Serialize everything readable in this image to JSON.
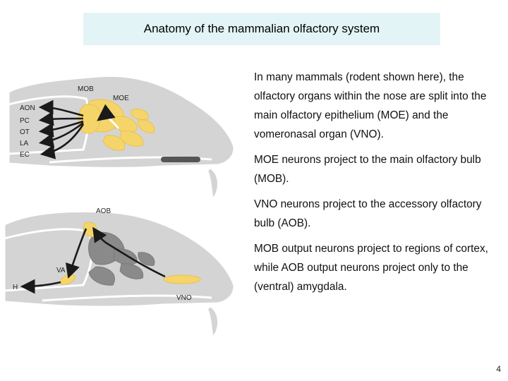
{
  "title": "Anatomy of the mammalian olfactory system",
  "figure": {
    "top": {
      "bulb_labels": [
        "MOB",
        "MOE"
      ],
      "target_labels": [
        "AON",
        "PC",
        "OT",
        "LA",
        "EC"
      ],
      "colors": {
        "skull": "#d4d4d4",
        "outline": "#ffffff",
        "moe": "#f5d56a",
        "arrow": "#1a1a1a"
      }
    },
    "bottom": {
      "labels": [
        "AOB",
        "VA",
        "H",
        "VNO"
      ],
      "colors": {
        "skull": "#d4d4d4",
        "vno_path": "#8a8a8a",
        "vno": "#f5d56a",
        "arrow": "#1a1a1a"
      }
    }
  },
  "paragraphs": [
    "In many mammals (rodent shown here), the olfactory organs within the nose are split into the main olfactory epithelium (MOE) and the vomeronasal organ (VNO).",
    "MOE neurons project to the main olfactory bulb (MOB).",
    "VNO neurons project to the accessory olfactory bulb (AOB).",
    "MOB output neurons project to regions of cortex, while AOB output neurons project only to the (ventral) amygdala."
  ],
  "page_number": "4"
}
